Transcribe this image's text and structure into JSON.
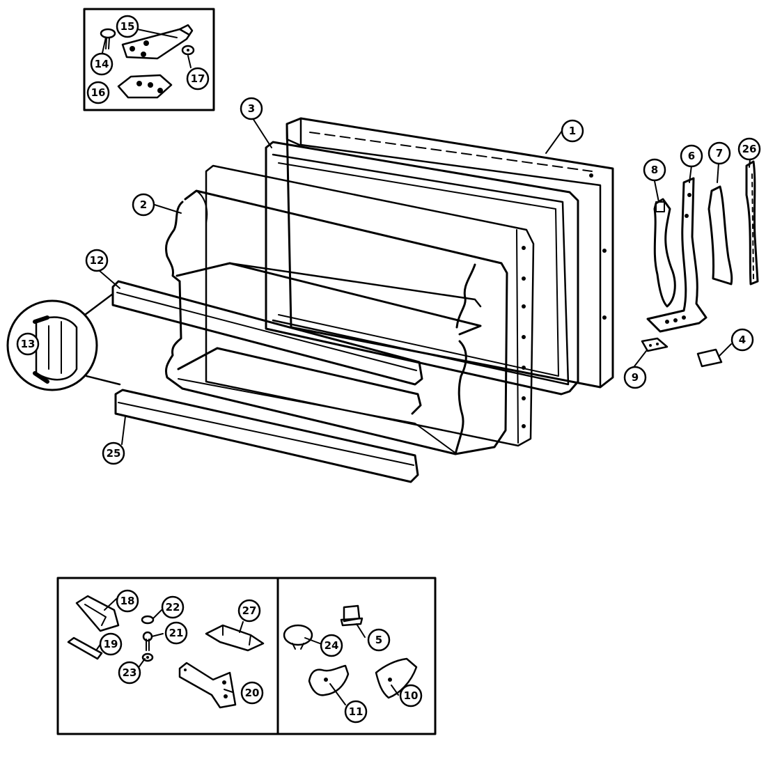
{
  "diagram": {
    "callouts": [
      {
        "id": "callout-1",
        "label": "1"
      },
      {
        "id": "callout-2",
        "label": "2"
      },
      {
        "id": "callout-3",
        "label": "3"
      },
      {
        "id": "callout-4",
        "label": "4"
      },
      {
        "id": "callout-5",
        "label": "5"
      },
      {
        "id": "callout-6",
        "label": "6"
      },
      {
        "id": "callout-7",
        "label": "7"
      },
      {
        "id": "callout-8",
        "label": "8"
      },
      {
        "id": "callout-9",
        "label": "9"
      },
      {
        "id": "callout-10",
        "label": "10"
      },
      {
        "id": "callout-11",
        "label": "11"
      },
      {
        "id": "callout-12",
        "label": "12"
      },
      {
        "id": "callout-13",
        "label": "13"
      },
      {
        "id": "callout-14",
        "label": "14"
      },
      {
        "id": "callout-15",
        "label": "15"
      },
      {
        "id": "callout-16",
        "label": "16"
      },
      {
        "id": "callout-17",
        "label": "17"
      },
      {
        "id": "callout-18",
        "label": "18"
      },
      {
        "id": "callout-19",
        "label": "19"
      },
      {
        "id": "callout-20",
        "label": "20"
      },
      {
        "id": "callout-21",
        "label": "21"
      },
      {
        "id": "callout-22",
        "label": "22"
      },
      {
        "id": "callout-23",
        "label": "23"
      },
      {
        "id": "callout-24",
        "label": "24"
      },
      {
        "id": "callout-25",
        "label": "25"
      },
      {
        "id": "callout-26",
        "label": "26"
      },
      {
        "id": "callout-27",
        "label": "27"
      }
    ]
  }
}
